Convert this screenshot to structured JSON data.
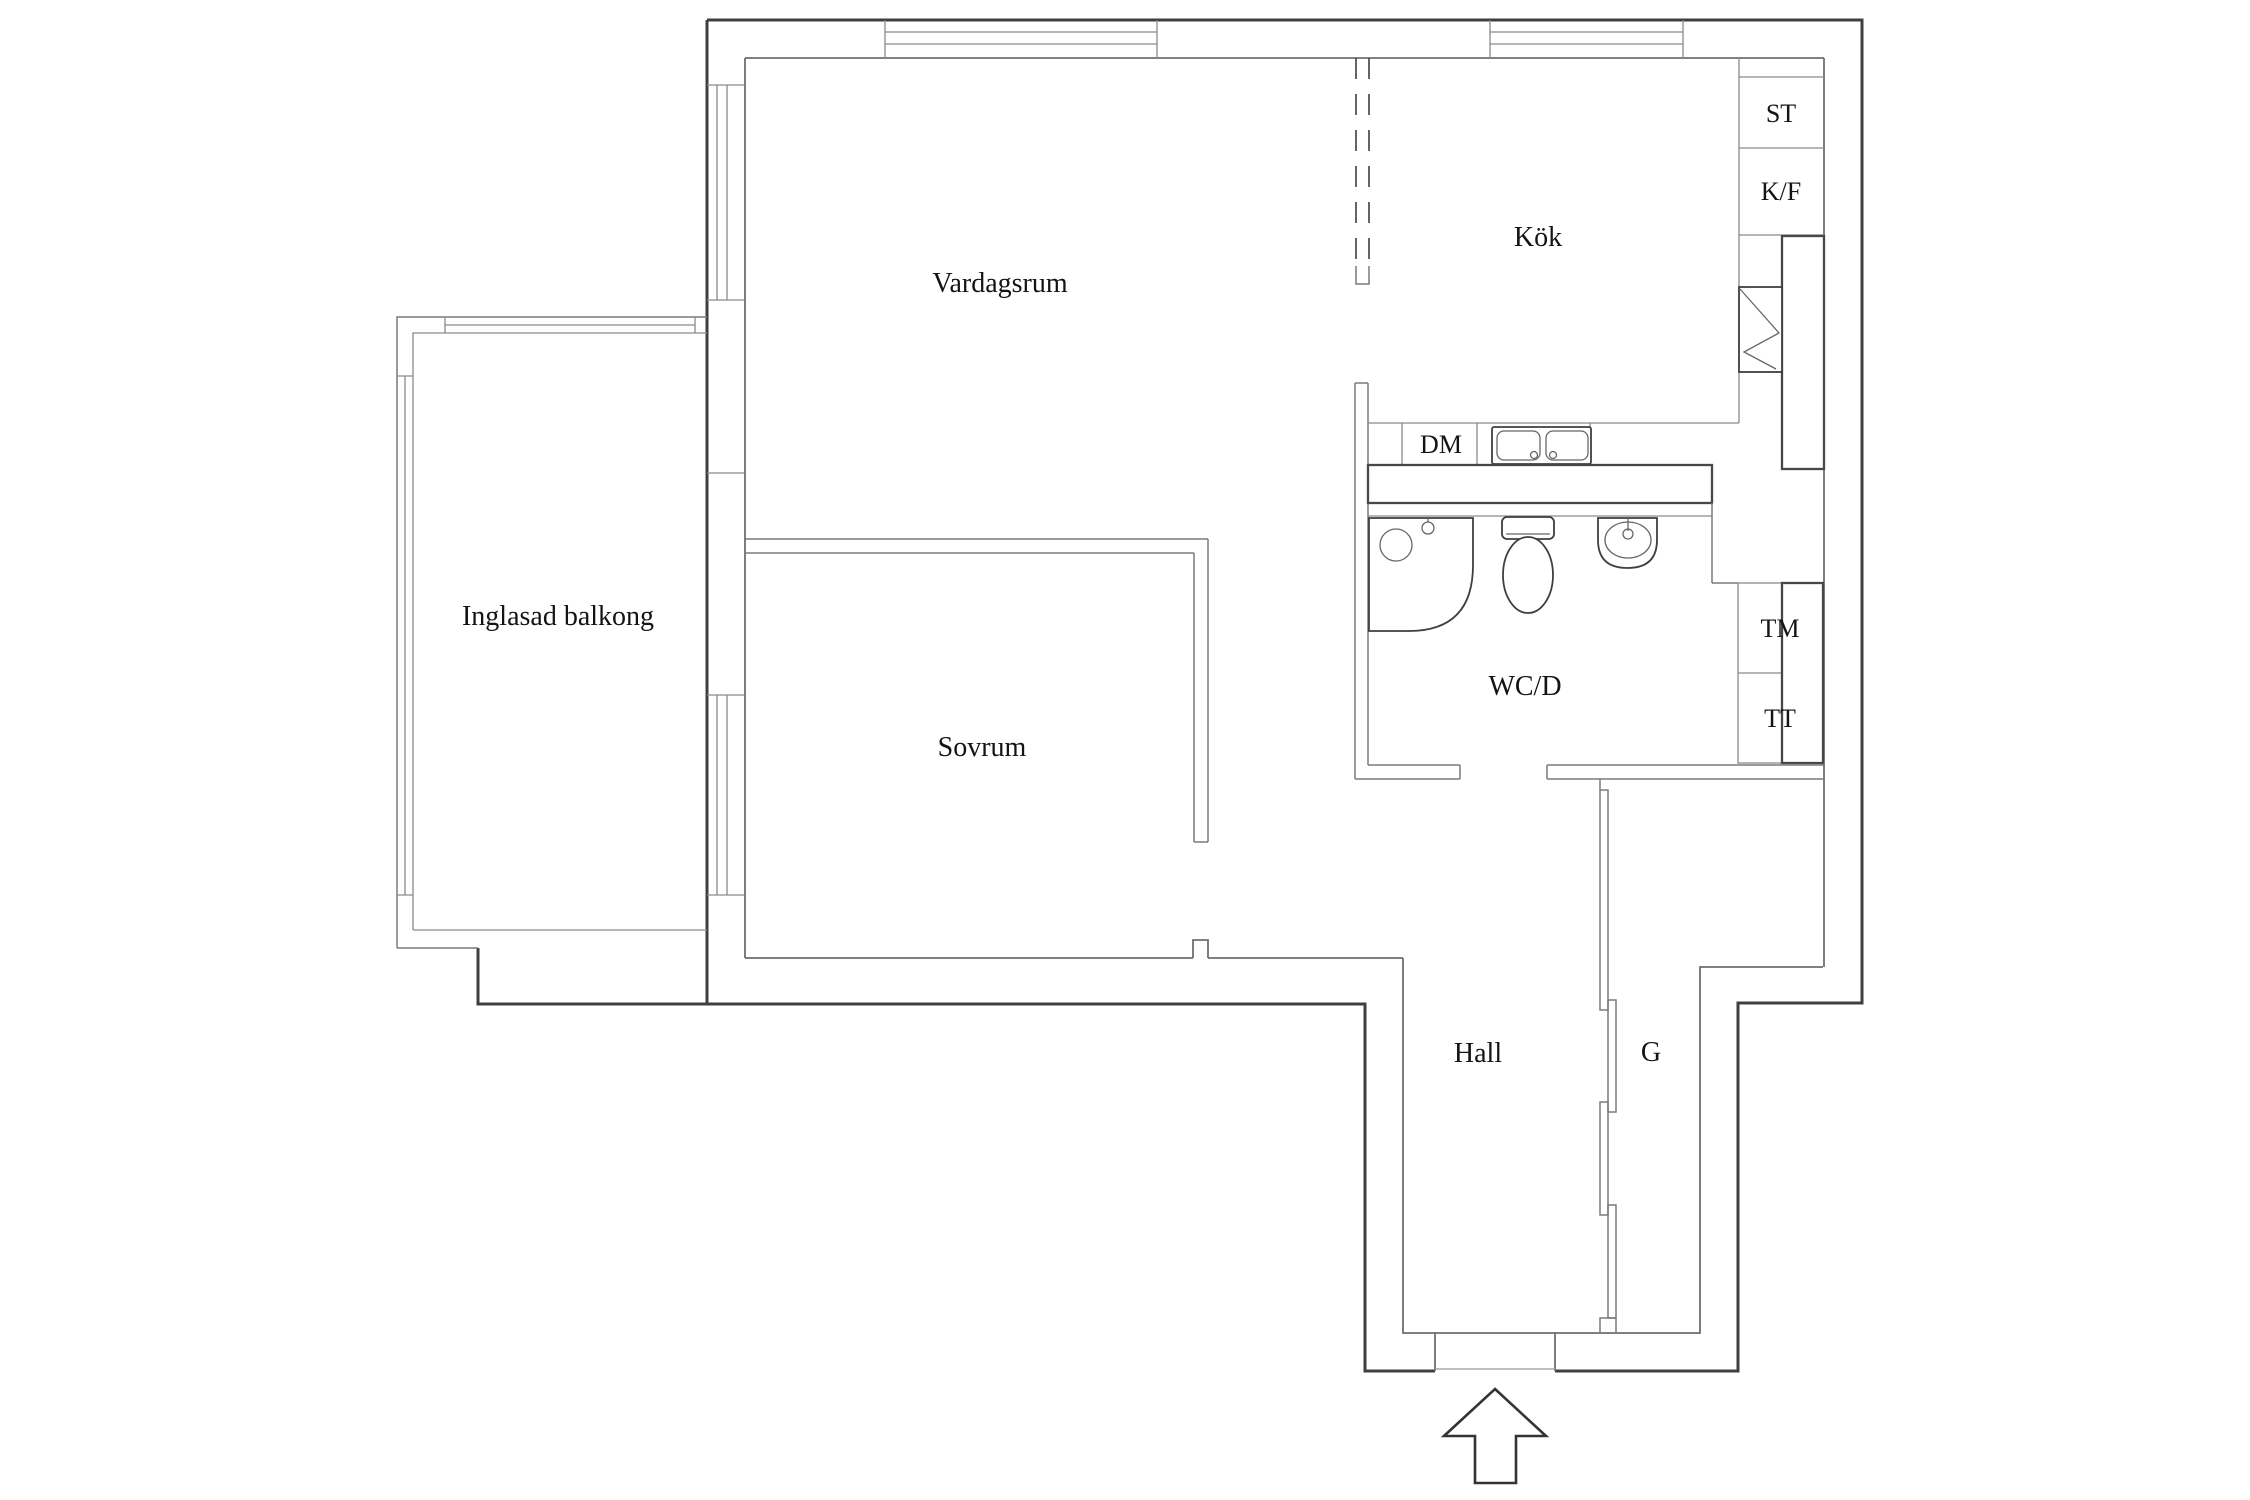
{
  "plan": {
    "type": "apartment-floor-plan",
    "language": "sv",
    "entrance_arrow_direction": "up"
  },
  "colors": {
    "background": "#ffffff",
    "wall_outer": "#3f3f3f",
    "wall_inner": "#6f6f6f",
    "label_text": "#141414"
  },
  "rooms": [
    {
      "id": "vardagsrum",
      "label": "Vardagsrum"
    },
    {
      "id": "kok",
      "label": "Kök"
    },
    {
      "id": "inglasad-balkong",
      "label": "Inglasad balkong"
    },
    {
      "id": "sovrum",
      "label": "Sovrum"
    },
    {
      "id": "wcd",
      "label": "WC/D"
    },
    {
      "id": "hall",
      "label": "Hall"
    },
    {
      "id": "garderob",
      "label": "G"
    }
  ],
  "appliances": [
    {
      "id": "st",
      "label": "ST"
    },
    {
      "id": "kf",
      "label": "K/F"
    },
    {
      "id": "dm",
      "label": "DM"
    },
    {
      "id": "tm",
      "label": "TM"
    },
    {
      "id": "tt",
      "label": "TT"
    }
  ]
}
